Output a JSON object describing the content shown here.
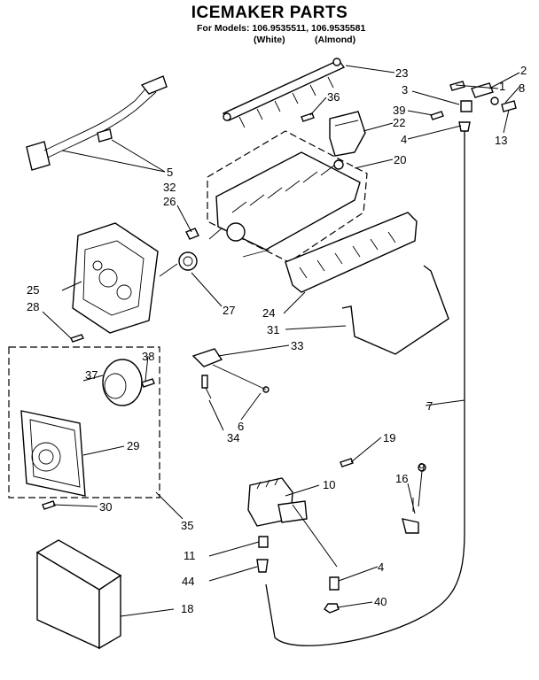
{
  "header": {
    "title": "ICEMAKER PARTS",
    "models_line": "For Models: 106.9535511, 106.9535581",
    "white": "(White)",
    "almond": "(Almond)"
  },
  "callouts": [
    {
      "id": "1",
      "label": "1"
    },
    {
      "id": "2",
      "label": "2"
    },
    {
      "id": "3",
      "label": "3"
    },
    {
      "id": "8",
      "label": "8"
    },
    {
      "id": "39",
      "label": "39"
    },
    {
      "id": "22",
      "label": "22"
    },
    {
      "id": "13",
      "label": "13"
    },
    {
      "id": "4a",
      "label": "4"
    },
    {
      "id": "23",
      "label": "23"
    },
    {
      "id": "36",
      "label": "36"
    },
    {
      "id": "20",
      "label": "20"
    },
    {
      "id": "5",
      "label": "5"
    },
    {
      "id": "32",
      "label": "32"
    },
    {
      "id": "26",
      "label": "26"
    },
    {
      "id": "25",
      "label": "25"
    },
    {
      "id": "28",
      "label": "28"
    },
    {
      "id": "27",
      "label": "27"
    },
    {
      "id": "24",
      "label": "24"
    },
    {
      "id": "31",
      "label": "31"
    },
    {
      "id": "33",
      "label": "33"
    },
    {
      "id": "38",
      "label": "38"
    },
    {
      "id": "37",
      "label": "37"
    },
    {
      "id": "6",
      "label": "6"
    },
    {
      "id": "34",
      "label": "34"
    },
    {
      "id": "7",
      "label": "7"
    },
    {
      "id": "29",
      "label": "29"
    },
    {
      "id": "19",
      "label": "19"
    },
    {
      "id": "30",
      "label": "30"
    },
    {
      "id": "35",
      "label": "35"
    },
    {
      "id": "10",
      "label": "10"
    },
    {
      "id": "16",
      "label": "16"
    },
    {
      "id": "9",
      "label": "9"
    },
    {
      "id": "11",
      "label": "11"
    },
    {
      "id": "4b",
      "label": "4"
    },
    {
      "id": "44",
      "label": "44"
    },
    {
      "id": "40",
      "label": "40"
    },
    {
      "id": "18",
      "label": "18"
    }
  ]
}
